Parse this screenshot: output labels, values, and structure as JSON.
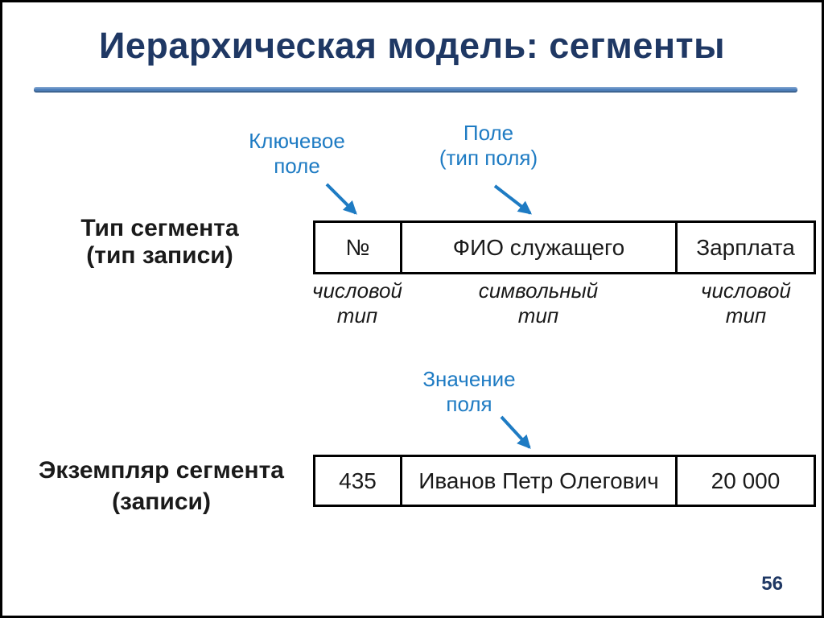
{
  "slide": {
    "title": "Иерархическая модель: сегменты",
    "page_number": "56"
  },
  "colors": {
    "title_navy": "#1F3864",
    "accent_blue": "#1E7BC3",
    "divider_blue": "#4F81BD",
    "diagram_black": "#1A1A1A"
  },
  "callouts": {
    "key_field": "Ключевое\nполе",
    "field": "Поле\n(тип поля)",
    "field_value": "Значение\nполя"
  },
  "segment_type": {
    "label": "Тип сегмента\n(тип записи)",
    "columns": [
      "№",
      "ФИО служащего",
      "Зарплата"
    ],
    "column_types": [
      "числовой\nтип",
      "символьный\nтип",
      "числовой\nтип"
    ]
  },
  "segment_instance": {
    "label": "Экземпляр сегмента\n(записи)",
    "values": [
      "435",
      "Иванов Петр Олегович",
      "20 000"
    ]
  }
}
